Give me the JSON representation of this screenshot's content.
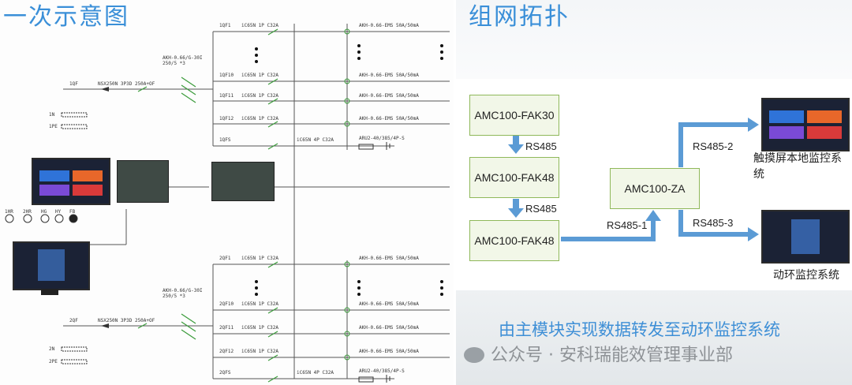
{
  "left": {
    "title": "一次示意图",
    "breaker_top": "NSX250N 3P3D 250A+OF",
    "breaker_bottom": "NSX250N 3P3D 250A+OF",
    "feeder_top": "1QF",
    "feeder_bottom": "2QF",
    "spd_top": "AKH-0.66/G-30I 250/5 *3",
    "spd_bottom": "AKH-0.66/G-30I 250/5 *3",
    "n_top": "1N",
    "pe_top": "1PE",
    "n_bottom": "2N",
    "pe_bottom": "2PE",
    "rows_top": [
      {
        "id": "1QF1",
        "breaker": "iC65N 1P C32A",
        "ct": "AKH-0.66-EMS 50A/50mA"
      },
      {
        "id": "1QF10",
        "breaker": "iC65N 1P C32A",
        "ct": "AKH-0.66-EMS 50A/50mA"
      },
      {
        "id": "1QF11",
        "breaker": "iC65N 1P C32A",
        "ct": "AKH-0.66-EMS 50A/50mA"
      },
      {
        "id": "1QF12",
        "breaker": "iC65N 1P C32A",
        "ct": "AKH-0.66-EMS 50A/50mA"
      },
      {
        "id": "1QFS",
        "breaker": "iC65N 4P C32A",
        "ct": "ARU2-40/385/4P-S"
      }
    ],
    "rows_bottom": [
      {
        "id": "2QF1",
        "breaker": "iC65N 1P C32A",
        "ct": "AKH-0.66-EMS 50A/50mA"
      },
      {
        "id": "2QF10",
        "breaker": "iC65N 1P C32A",
        "ct": "AKH-0.66-EMS 50A/50mA"
      },
      {
        "id": "2QF11",
        "breaker": "iC65N 1P C32A",
        "ct": "AKH-0.66-EMS 50A/50mA"
      },
      {
        "id": "2QF12",
        "breaker": "iC65N 1P C32A",
        "ct": "AKH-0.66-EMS 50A/50mA"
      },
      {
        "id": "2QFS",
        "breaker": "iC65N 4P C32A",
        "ct": "ARU2-40/385/4P-S"
      }
    ],
    "indicators": [
      "1HR",
      "2HR",
      "HG",
      "HY",
      "FB"
    ]
  },
  "right": {
    "title": "组网拓扑",
    "nodes": [
      "AMC100-FAK30",
      "AMC100-FAK48",
      "AMC100-FAK48",
      "AMC100-ZA"
    ],
    "links": [
      "RS485",
      "RS485",
      "RS485-1",
      "RS485-2",
      "RS485-3"
    ],
    "caption_touch": "触摸屏本地监控系统",
    "caption_env": "动环监控系统",
    "banner": "由主模块实现数据转发至动环监控系统",
    "brand": "公众号 · 安科瑞能效管理事业部"
  },
  "colors": {
    "accent": "#3a8fd8",
    "arrow": "#5b9bd5",
    "node_border": "#8fb85a",
    "node_fill": "#f2f7e8"
  }
}
